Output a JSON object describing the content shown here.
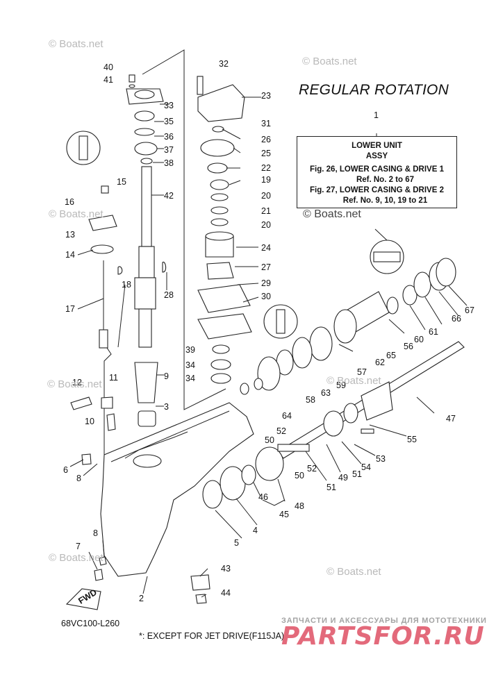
{
  "title": "REGULAR ROTATION",
  "reference_box": {
    "callout": "1",
    "line1": "LOWER UNIT",
    "line2": "ASSY",
    "line3": "Fig. 26, LOWER CASING & DRIVE 1",
    "line4": "Ref. No. 2 to 67",
    "line5": "Fig. 27, LOWER CASING & DRIVE 2",
    "line6": "Ref. No. 9, 10, 19 to 21"
  },
  "diagram_code": "68VC100-L260",
  "footnote": "*: EXCEPT FOR JET DRIVE(F115JA)",
  "watermark": "© Boats.net",
  "brand": {
    "subtitle": "ЗАПЧАСТИ И АКСЕССУАРЫ ДЛЯ МОТОТЕХНИКИ",
    "name": "PARTSFOR.RU"
  },
  "fwd_label": "FWD",
  "callouts": [
    "40",
    "41",
    "33",
    "35",
    "36",
    "37",
    "38",
    "42",
    "15",
    "16",
    "13",
    "14",
    "18",
    "17",
    "28",
    "9",
    "3",
    "11",
    "12",
    "10",
    "6",
    "8",
    "7",
    "8",
    "2",
    "32",
    "23",
    "31",
    "26",
    "25",
    "22",
    "19",
    "20",
    "21",
    "20",
    "24",
    "27",
    "29",
    "30",
    "39",
    "34",
    "34",
    "64",
    "58",
    "63",
    "59",
    "57",
    "62",
    "65",
    "56",
    "60",
    "61",
    "66",
    "67",
    "47",
    "55",
    "52",
    "50",
    "53",
    "54",
    "51",
    "49",
    "52",
    "50",
    "51",
    "48",
    "46",
    "45",
    "4",
    "5",
    "43",
    "44"
  ],
  "colors": {
    "brand": "#e36a7b",
    "watermark": "#b9b9b9",
    "line": "#222222"
  }
}
